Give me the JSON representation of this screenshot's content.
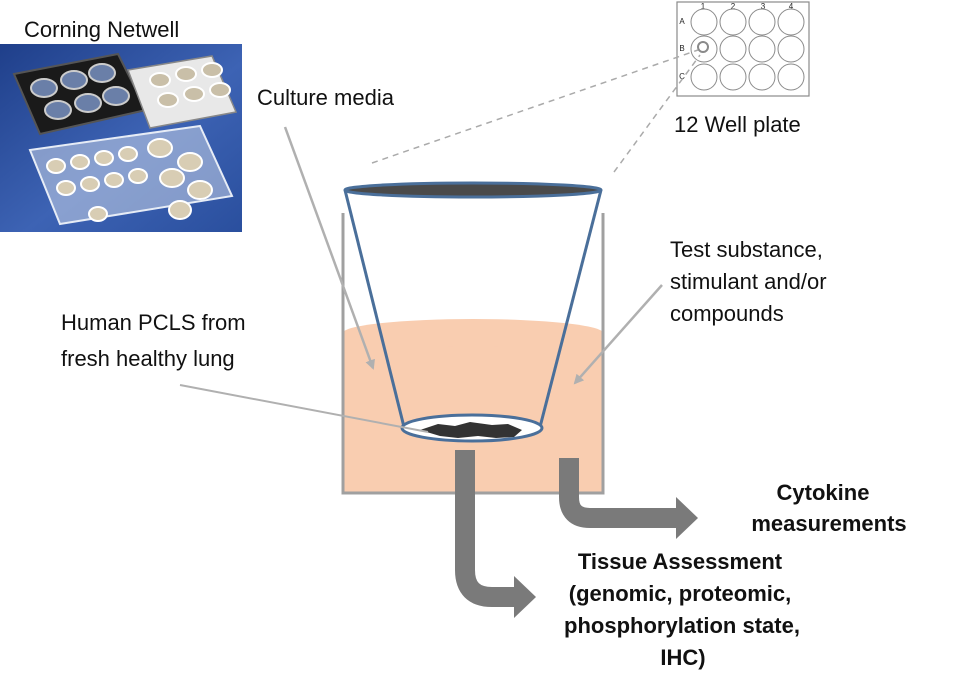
{
  "labels": {
    "corning_netwell": "Corning Netwell",
    "culture_media": "Culture media",
    "well_plate": "12 Well plate",
    "test_substance": [
      "Test substance,",
      "stimulant and/or",
      "compounds"
    ],
    "human_pcls": [
      "Human PCLS from",
      "fresh healthy lung"
    ],
    "cytokine": [
      "Cytokine",
      "measurements"
    ],
    "tissue_assessment": [
      "Tissue Assessment",
      "(genomic, proteomic,",
      "phosphorylation state,",
      "IHC)"
    ]
  },
  "well_plate": {
    "columns": [
      "1",
      "2",
      "3",
      "4"
    ],
    "rows": [
      "A",
      "B",
      "C"
    ]
  },
  "colors": {
    "medium": "#f9cdb0",
    "insert_outline": "#4a6f9a",
    "well_outline": "#a0a0a0",
    "arrow_gray": "#7a7a7a",
    "pointer_gray": "#b0b0b0",
    "tissue": "#333333"
  }
}
